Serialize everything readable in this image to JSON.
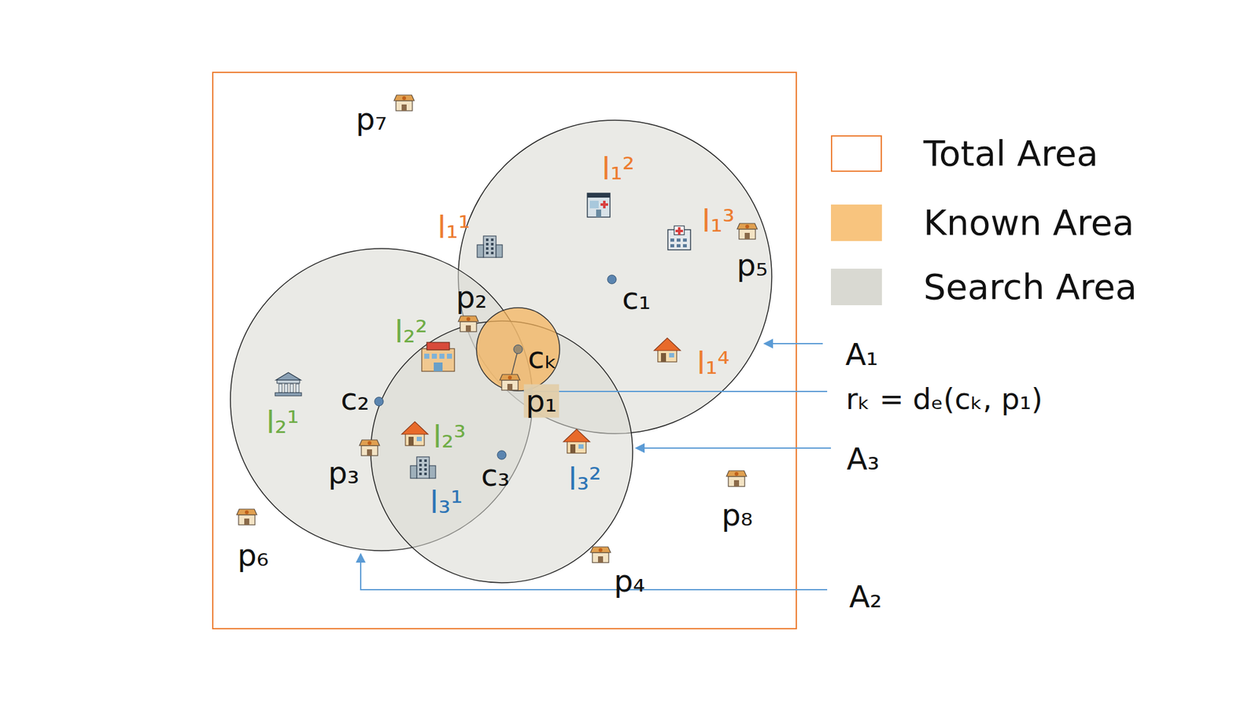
{
  "diagram": {
    "labels": [
      "p₇",
      "l₁¹",
      "l₁²",
      "l₁³",
      "p₅",
      "c₁",
      "p₂",
      "l₂²",
      "cₖ",
      "l₁⁴",
      "p₁",
      "l₂¹",
      "c₂",
      "l₂³",
      "p₃",
      "c₃",
      "l₃¹",
      "l₃²",
      "p₈",
      "p₆",
      "p₄",
      "A₁",
      "rₖ = dₑ(cₖ, p₁)",
      "A₃",
      "A₂"
    ],
    "legend": [
      {
        "text": "Total Area",
        "color": "#ffffff"
      },
      {
        "text": "Known Area",
        "color": "#f8c47e"
      },
      {
        "text": "Search Area",
        "color": "#d9d9d2"
      }
    ]
  }
}
